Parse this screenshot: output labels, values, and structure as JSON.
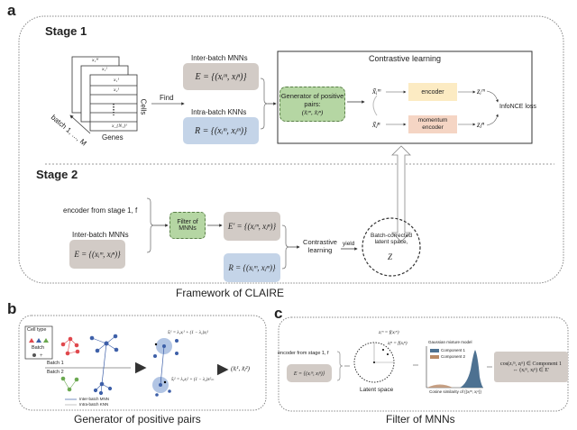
{
  "panel_a": {
    "label": "a",
    "stage1": {
      "title": "Stage 1",
      "matrix": {
        "rows": [
          "x₁ᴹ",
          "x₁²",
          "x₁¹",
          "x₂¹",
          "x_{N₁}¹"
        ],
        "cells_label": "Cells",
        "genes_label": "Genes",
        "batch_label": "batch 1, ..., M"
      },
      "find_label": "Find",
      "inter_label": "Inter-batch MNNs",
      "inter_formula": "E = {(xᵢᵐ, xⱼⁿ)}",
      "intra_label": "Intra-batch KNNs",
      "intra_formula": "R = {(xᵢᵐ, xⱼᵐ)}",
      "contrastive": {
        "title": "Contrastive learning",
        "generator": "Generator of positive pairs:",
        "generator_formula": "(x̃ᵢᵐ, x̃ⱼⁿ)",
        "xi": "x̃ᵢᵐ",
        "xj": "x̃ⱼⁿ",
        "encoder": "encoder",
        "momentum_encoder": "momentum encoder",
        "zi": "zᵢᵐ",
        "zj": "zⱼⁿ",
        "loss": "InfoNCE loss"
      }
    },
    "stage2": {
      "title": "Stage 2",
      "encoder_from": "encoder from stage 1, f",
      "inter_label": "Inter-batch MNNs",
      "inter_formula": "E = {(xᵢᵐ, xⱼⁿ)}",
      "filter": "Filter of MNNs",
      "filtered_formula": "E′ = {(xᵢᵐ, xⱼⁿ)}",
      "intra_formula": "R = {(xᵢᵐ, xⱼᵐ)}",
      "contrastive": "Contrastive learning",
      "yield": "yield",
      "output": "Batch-corrected latent space,",
      "output_symbol": "Z"
    },
    "caption": "Framework of CLAIRE"
  },
  "panel_b": {
    "label": "b",
    "legend": {
      "cell_type": "Cell type",
      "batch": "Batch"
    },
    "batch1": "Batch 1",
    "batch2": "Batch 2",
    "line_legend": [
      "Inter-batch MNN",
      "Intra-batch KNN"
    ],
    "formula_top": "x̃ᵢ¹ = λ₁xᵢ¹ + (1 − λ₁)xⱼ¹",
    "formula_bottom": "x̃ⱼ² = λ₂xⱼ² + (1 − λ₂)x²ₘ",
    "result": "(x̃ᵢ¹, x̃ⱼ²)",
    "caption": "Generator of positive pairs",
    "colors": {
      "red": "#e0474c",
      "blue": "#3d5fa8",
      "green": "#6aa84f"
    }
  },
  "panel_c": {
    "label": "c",
    "encoder_from": "encoder from stage 1, f",
    "formula": "E = {(xᵢᵐ, xⱼⁿ)}",
    "zi": "zᵢᵐ = f(xᵢᵐ)",
    "zj": "zⱼⁿ = f(xⱼⁿ)",
    "latent": "Latent space",
    "gmm_title": "Gaussian mixture model",
    "components": [
      {
        "name": "Component 1",
        "color": "#4d7191"
      },
      {
        "name": "Component 2",
        "color": "#b98a66"
      }
    ],
    "xlabel": "Cosine similarity of {(xᵢᵐ, xⱼⁿ)}",
    "result_line1": "cos(zᵢᵐ, zⱼⁿ) ∈ Component 1",
    "result_line2": "⇔ (xᵢᵐ, xⱼⁿ) ∈ E′",
    "caption": "Filter of MNNs"
  }
}
